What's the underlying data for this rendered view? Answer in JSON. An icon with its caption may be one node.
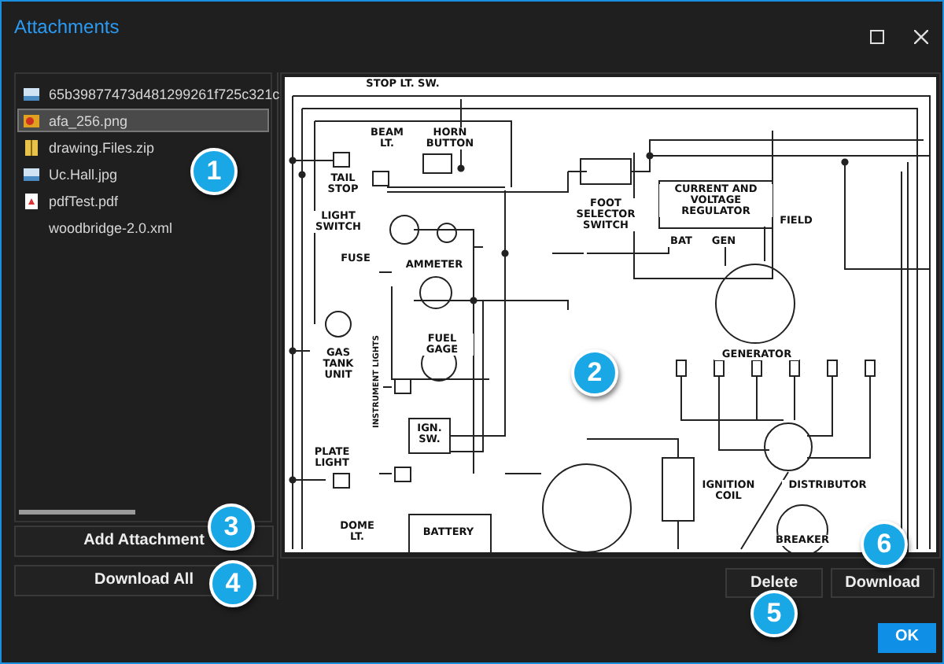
{
  "diagram": {
    "title": "Attachments",
    "labels": [
      "65b39877473d481299261f725c321c",
      "afa_256.png",
      "drawing.Files.zip",
      "Uc.Hall.jpg",
      "pdfTest.pdf",
      "woodbridge-2.0.xml",
      "Add Attachment",
      "Download All",
      "Delete",
      "Download",
      "OK",
      "1",
      "2",
      "3",
      "4",
      "5",
      "6",
      "STOP LT. SW.",
      "BEAM LT.",
      "HORN BUTTON",
      "TAIL STOP",
      "LIGHT SWITCH",
      "FUSE",
      "AMMETER",
      "FUEL GAGE",
      "INSTRUMENT LIGHTS",
      "GAS TANK UNIT",
      "PLATE LIGHT",
      "IGN. SW.",
      "DOME LT.",
      "BATTERY",
      "FOOT SELECTOR SWITCH",
      "CURRENT AND VOLTAGE REGULATOR",
      "FIELD",
      "BAT",
      "GEN",
      "GENERATOR",
      "IGNITION COIL",
      "DISTRIBUTOR",
      "BREAKER"
    ]
  }
}
